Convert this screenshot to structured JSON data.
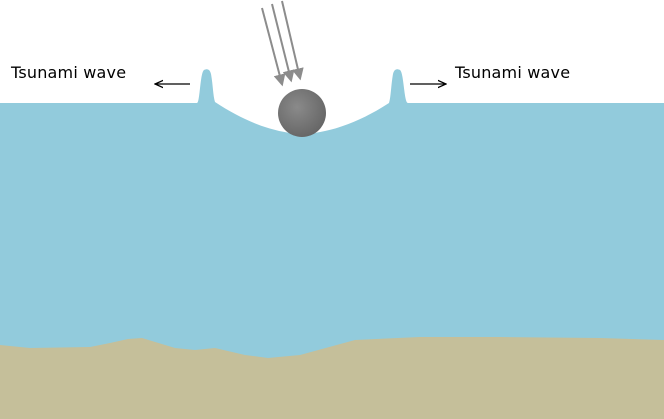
{
  "labels": {
    "left": "Tsunami wave",
    "right": "Tsunami wave"
  },
  "colors": {
    "ocean": "#92cbdc",
    "seabed": "#c5bf9a",
    "asteroid": "#757575",
    "trajectory": "#8c8c8c",
    "background": "#ffffff",
    "text": "#000000"
  },
  "elements": {
    "asteroid": "gray-sphere",
    "trajectory": "three-parallel-arrows-down",
    "wave_arrows": [
      "arrow-left",
      "arrow-right"
    ]
  }
}
